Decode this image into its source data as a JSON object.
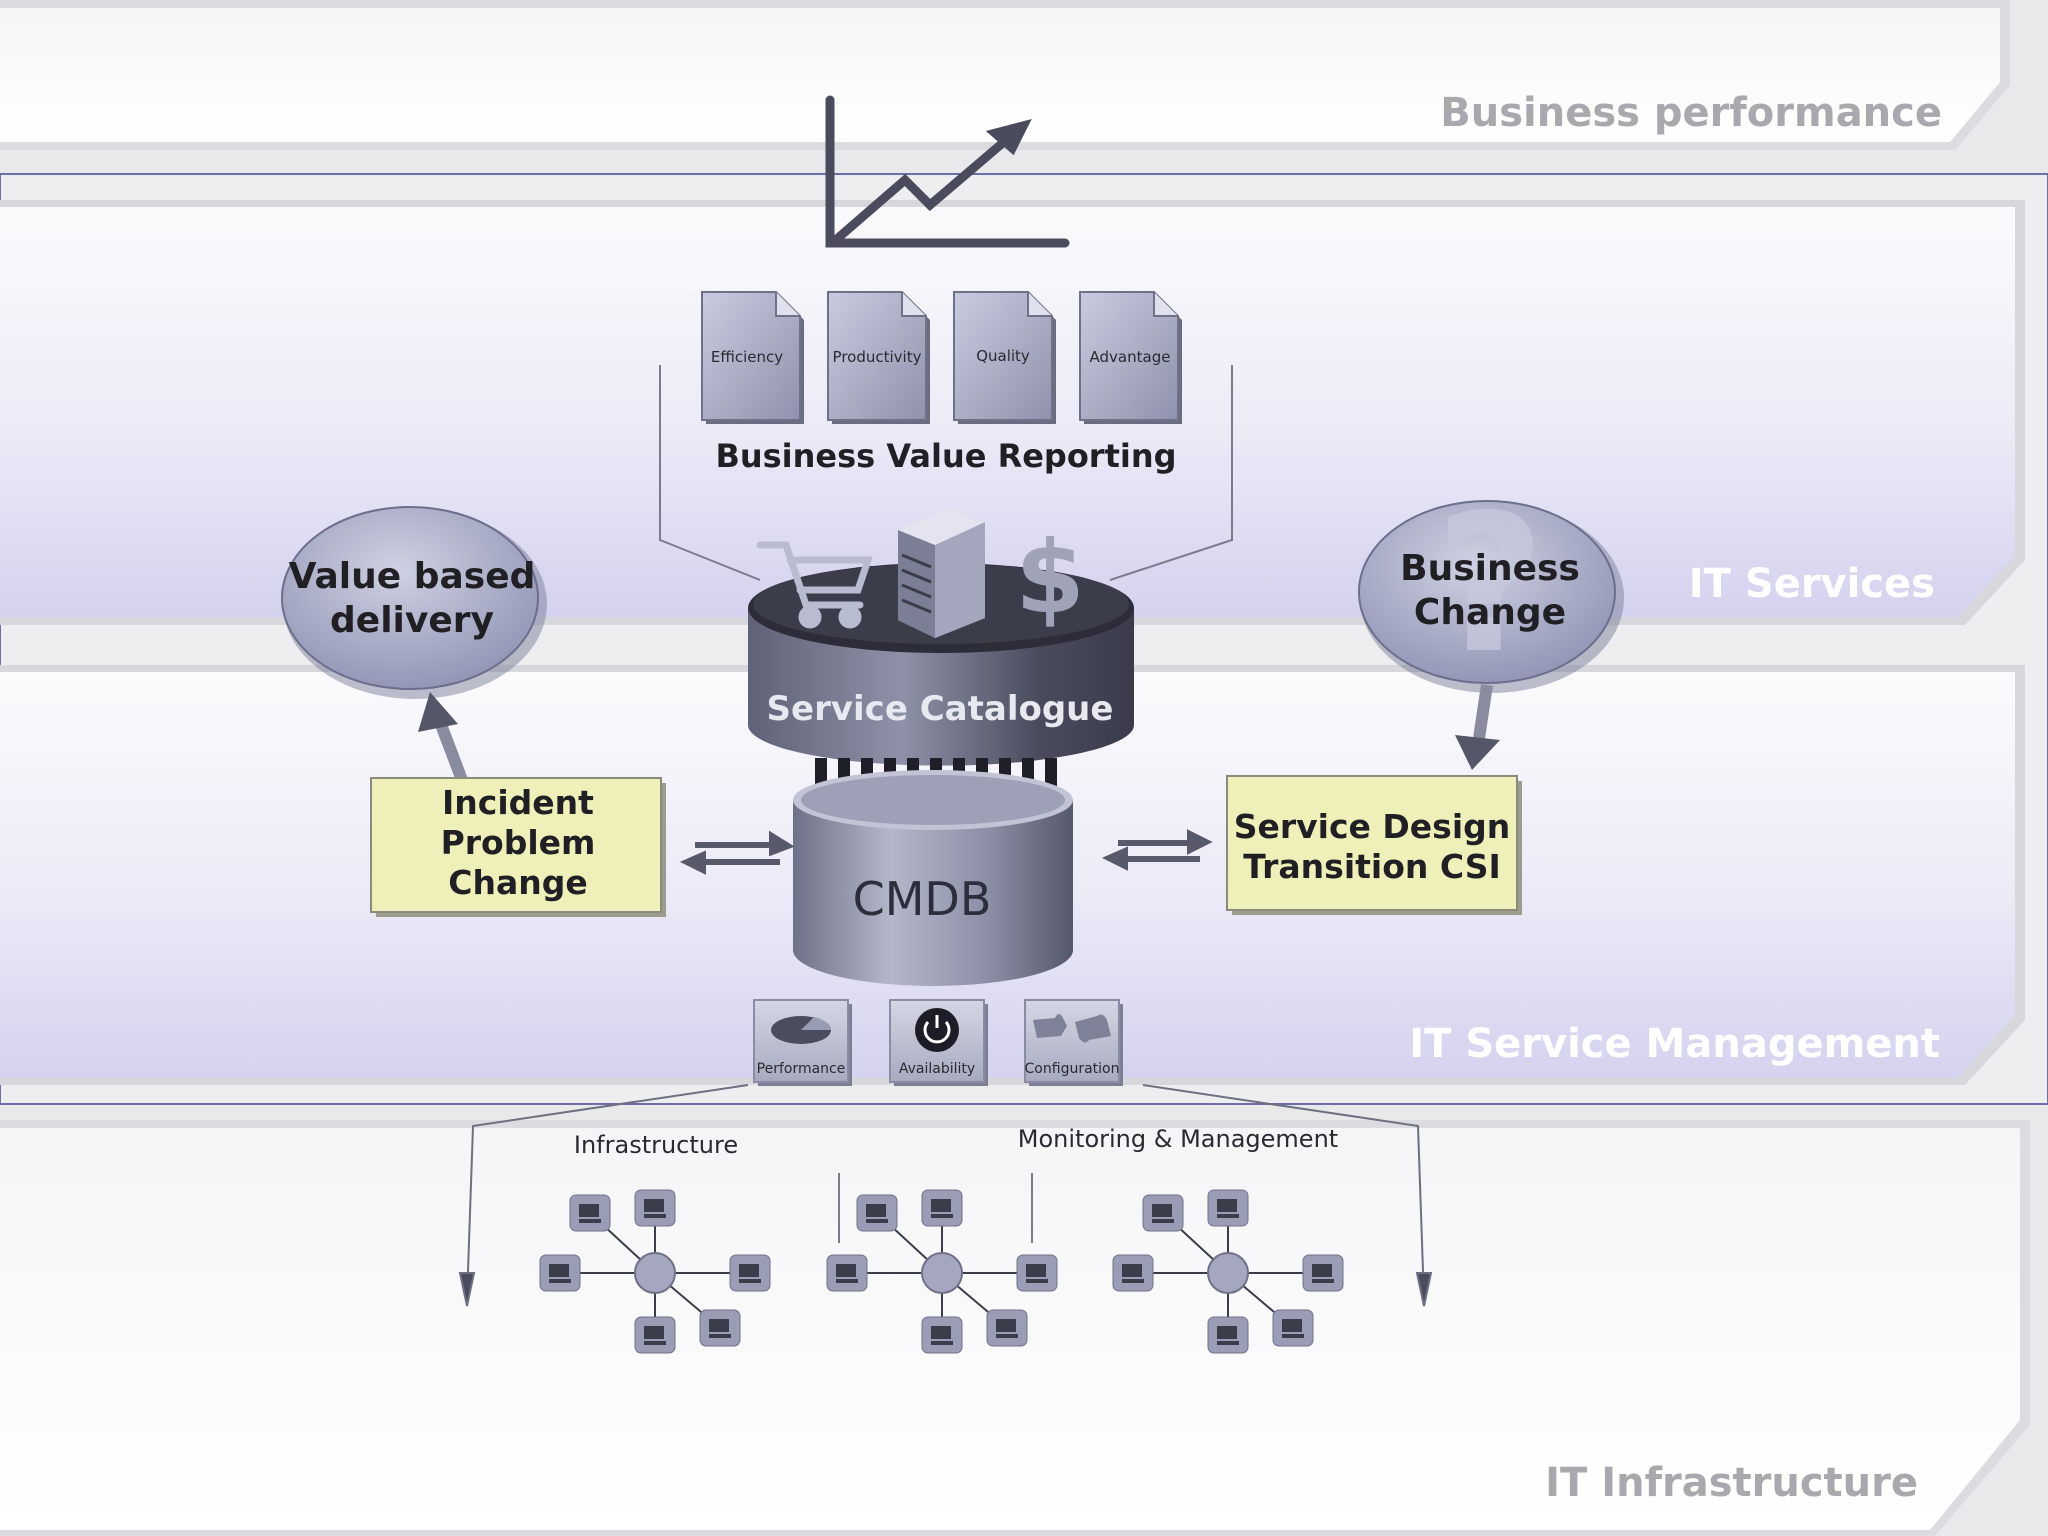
{
  "layers": {
    "business_performance": "Business performance",
    "it_services": "IT Services",
    "it_service_management": "IT Service Management",
    "it_infrastructure": "IT Infrastructure"
  },
  "reports": [
    "Efficiency",
    "Productivity",
    "Quality",
    "Advantage"
  ],
  "reporting_title": "Business Value Reporting",
  "bubbles": {
    "value_based": [
      "Value based",
      "delivery"
    ],
    "business_change": [
      "Business",
      "Change"
    ]
  },
  "service_catalogue": "Service Catalogue",
  "cmdb": "CMDB",
  "boxes": {
    "incident": [
      "Incident",
      "Problem",
      "Change"
    ],
    "service_design": [
      "Service Design",
      "Transition CSI"
    ]
  },
  "tiles": [
    "Performance",
    "Availability",
    "Configuration"
  ],
  "infra_labels": {
    "infrastructure": "Infrastructure",
    "monitoring": "Monitoring & Management"
  },
  "colors": {
    "bubble": "#aeb1cc",
    "box": "#eff0b9",
    "band_lavender": "#d9d8f0",
    "cylinder": "#8d8fa8",
    "label_grey": "#a9a9ad",
    "label_white": "#ffffff"
  }
}
